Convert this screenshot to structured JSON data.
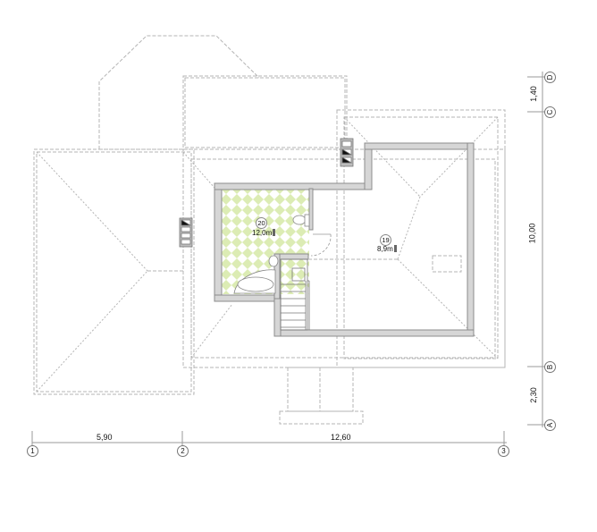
{
  "drawing": {
    "type": "attic floor plan",
    "colors": {
      "wall_fill": "#d6d6d6",
      "wall_stroke": "#8c8c8c",
      "dashed_line": "#b4b4b4",
      "tile_green": "#dcecb4",
      "dimension_line": "#9a9a9a",
      "text": "#111111"
    }
  },
  "rooms": [
    {
      "number": "20",
      "area": "12,0m",
      "floor": "checker-tile"
    },
    {
      "number": "19",
      "area": "8,9m",
      "floor": "plain"
    }
  ],
  "dimensions": {
    "horizontal": [
      {
        "label": "5,90",
        "from_axis": "1",
        "to_axis": "2"
      },
      {
        "label": "12,60",
        "from_axis": "2",
        "to_axis": "3"
      }
    ],
    "vertical": [
      {
        "label": "1,40",
        "from_axis": "D",
        "to_axis": "C"
      },
      {
        "label": "10,00",
        "from_axis": "C",
        "to_axis": "B"
      },
      {
        "label": "2,30",
        "from_axis": "B",
        "to_axis": "A"
      }
    ]
  },
  "axes": {
    "numeric": [
      "1",
      "2",
      "3"
    ],
    "letter": [
      "D",
      "C",
      "B",
      "A"
    ]
  },
  "legend_symbols": [
    {
      "position": "left-wall",
      "icons": [
        "filled-window-icon",
        "outline-window-icon",
        "outline-window-icon",
        "outline-window-icon"
      ]
    },
    {
      "position": "top-wall",
      "icons": [
        "outline-window-icon",
        "filled-window-icon",
        "filled-window-icon"
      ]
    }
  ]
}
